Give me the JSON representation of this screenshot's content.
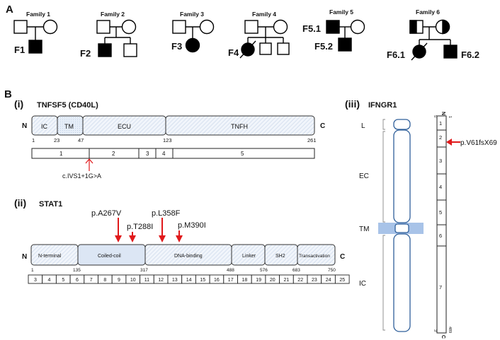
{
  "panel_a": {
    "label": "A",
    "families": [
      {
        "title": "Family 1",
        "patients": [
          "F1"
        ]
      },
      {
        "title": "Family 2",
        "patients": [
          "F2"
        ]
      },
      {
        "title": "Family 3",
        "patients": [
          "F3"
        ]
      },
      {
        "title": "Family 4",
        "patients": [
          "F4"
        ]
      },
      {
        "title": "Family 5",
        "patients": [
          "F5.1",
          "F5.2"
        ]
      },
      {
        "title": "Family 6",
        "patients": [
          "F6.1",
          "F6.2"
        ]
      }
    ]
  },
  "panel_b": {
    "label": "B",
    "tnfsf5": {
      "numeral": "(i)",
      "title": "TNFSF5 (CD40L)",
      "n_label": "N",
      "c_label": "C",
      "domains": [
        "IC",
        "TM",
        "ECU",
        "TNFH"
      ],
      "positions": [
        "1",
        "23",
        "47",
        "123",
        "261"
      ],
      "exons": [
        "1",
        "2",
        "3",
        "4",
        "5"
      ],
      "mutation": "c.IVS1+1G>A"
    },
    "stat1": {
      "numeral": "(ii)",
      "title": "STAT1",
      "n_label": "N",
      "c_label": "C",
      "domains": [
        "N-terminal",
        "Coiled-coil",
        "DNA-binding",
        "Linker",
        "SH2",
        "Transactivation"
      ],
      "positions": [
        "1",
        "135",
        "317",
        "488",
        "576",
        "683",
        "750"
      ],
      "exons": [
        "3",
        "4",
        "5",
        "6",
        "7",
        "8",
        "9",
        "10",
        "11",
        "12",
        "13",
        "14",
        "15",
        "16",
        "17",
        "18",
        "19",
        "20",
        "21",
        "22",
        "23",
        "24",
        "25"
      ],
      "mutations": [
        "p.A267V",
        "p.T288I",
        "p.L358F",
        "p.M390I"
      ]
    },
    "ifngr1": {
      "numeral": "(iii)",
      "title": "IFNGR1",
      "regions": [
        "L",
        "EC",
        "TM",
        "IC"
      ],
      "exons": [
        "1",
        "2",
        "3",
        "4",
        "5",
        "6",
        "7"
      ],
      "n_label": "N",
      "c_label": "C",
      "top_position": "1",
      "bottom_position": "489",
      "five_prime": "5'",
      "three_prime": "3'",
      "mutation": "p.V61fsX69"
    }
  },
  "colors": {
    "domain_fill": "#eef3fb",
    "domain_hatch": "#c9d6ea",
    "coiled_fill": "#dce6f4",
    "arrow": "#e0191b",
    "tm_band": "#a8c3e8",
    "receptor_stroke": "#2f5f9a"
  }
}
